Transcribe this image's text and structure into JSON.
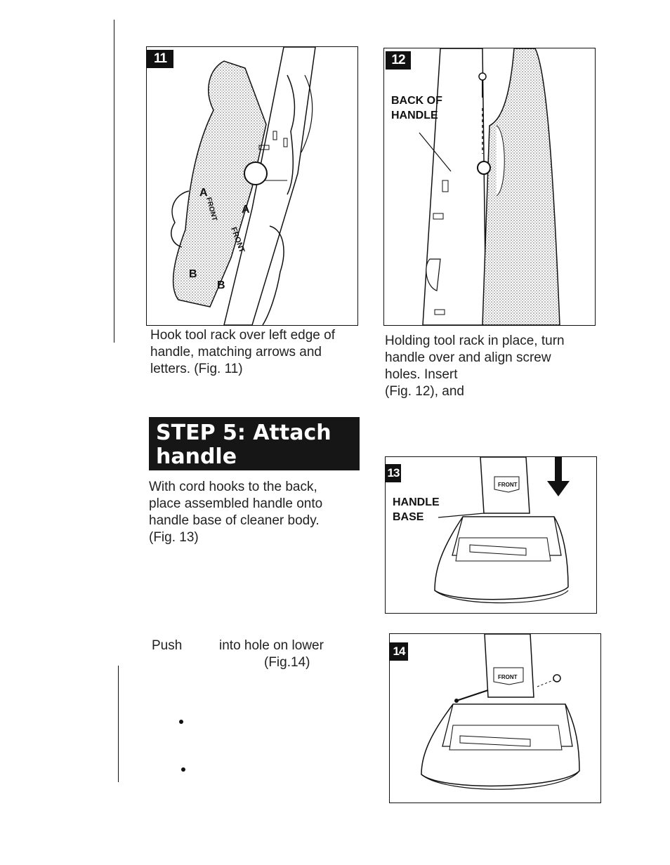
{
  "figures": {
    "fig11": {
      "badge": "11"
    },
    "fig12": {
      "badge": "12",
      "callout": [
        "BACK OF",
        "HANDLE"
      ]
    },
    "fig13": {
      "badge": "13",
      "callout": [
        "HANDLE",
        "BASE"
      ],
      "tag": "FRONT"
    },
    "fig14": {
      "badge": "14",
      "tag": "FRONT"
    }
  },
  "captions": {
    "fig11": [
      "Hook tool rack over left edge of",
      "handle, matching arrows and",
      "letters. (Fig. 11)"
    ],
    "fig12": [
      "Holding tool rack in place, turn",
      "handle over and align screw",
      "holes. Insert",
      "(Fig. 12), and"
    ]
  },
  "step5": {
    "heading_line1": "STEP 5: Attach",
    "heading_line2": "handle",
    "body": [
      "With cord hooks to the back,",
      "place assembled handle onto",
      "handle base of cleaner body.",
      "(Fig. 13)"
    ]
  },
  "push": {
    "word1": "Push",
    "word2": "into hole on lower",
    "fig_ref": "(Fig.14)"
  },
  "illustration_labels": {
    "a": "A",
    "b": "B",
    "front": "FRONT"
  }
}
